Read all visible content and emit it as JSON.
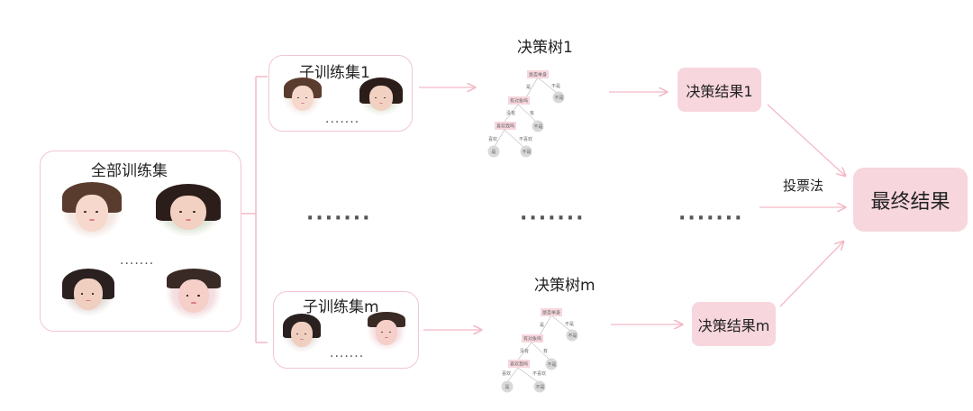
{
  "full_set": {
    "title": "全部训练集",
    "ellipsis": "·······"
  },
  "subset_1": {
    "title": "子训练集1",
    "ellipsis": "·······"
  },
  "subset_m": {
    "title": "子训练集m",
    "ellipsis": "·······"
  },
  "tree_1": {
    "title": "决策树1",
    "nodes": [
      "是否单身",
      "有对象吗",
      "喜欢我吗",
      "是",
      "不是",
      "不是",
      "喜欢",
      "不喜欢",
      "没有",
      "有"
    ]
  },
  "tree_m": {
    "title": "决策树m",
    "nodes": [
      "是否单身",
      "有对象吗",
      "喜欢我吗",
      "是",
      "不是",
      "不是",
      "喜欢",
      "不喜欢",
      "没有",
      "有"
    ]
  },
  "middle_ellipsis": [
    "·······",
    "·······",
    "·······"
  ],
  "result_1": "决策结果1",
  "result_m": "决策结果m",
  "vote_label": "投票法",
  "final_result": "最终结果",
  "colors": {
    "accent": "#f7d6dd",
    "border": "#f2c6cf",
    "arrow": "#f3b9c5"
  }
}
